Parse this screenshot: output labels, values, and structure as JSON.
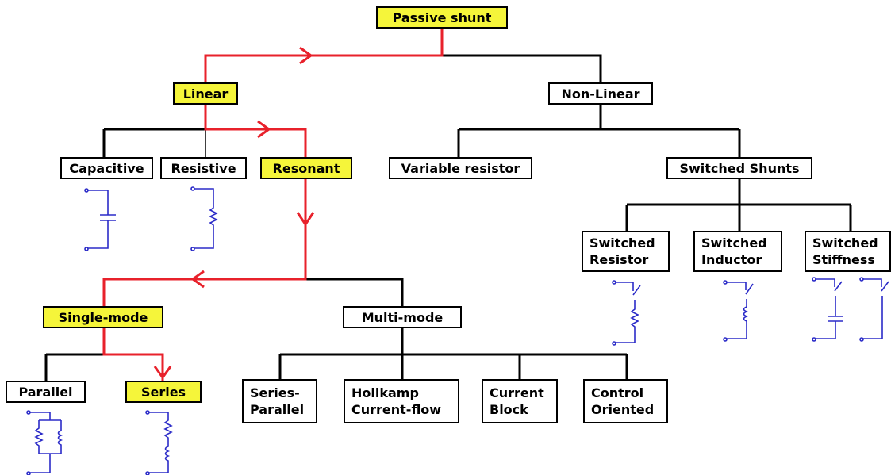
{
  "colors": {
    "highlight": "#f5f53a",
    "path": "#e8212b",
    "connector": "#000000",
    "circuit": "#2b2bc8"
  },
  "nodes": {
    "passive_shunt": "Passive shunt",
    "linear": "Linear",
    "non_linear": "Non-Linear",
    "capacitive": "Capacitive",
    "resistive": "Resistive",
    "resonant": "Resonant",
    "variable_resistor": "Variable resistor",
    "switched_shunts": "Switched Shunts",
    "switched_resistor": [
      "Switched",
      "Resistor"
    ],
    "switched_inductor": [
      "Switched",
      "Inductor"
    ],
    "switched_stiffness": [
      "Switched",
      "Stiffness"
    ],
    "single_mode": "Single-mode",
    "multi_mode": "Multi-mode",
    "parallel": "Parallel",
    "series": "Series",
    "series_parallel": [
      "Series-",
      "Parallel"
    ],
    "hollkamp": [
      "Hollkamp",
      "Current-flow"
    ],
    "current_block": [
      "Current",
      "Block"
    ],
    "control_oriented": [
      "Control",
      "Oriented"
    ]
  },
  "highlighted_path": [
    "Passive shunt",
    "Linear",
    "Resonant",
    "Single-mode",
    "Series"
  ],
  "circuit_icons": [
    "capacitor",
    "resistor",
    "switched-resistor",
    "switched-inductor",
    "switched-capacitor",
    "switch",
    "parallel-rl",
    "series-rl"
  ]
}
